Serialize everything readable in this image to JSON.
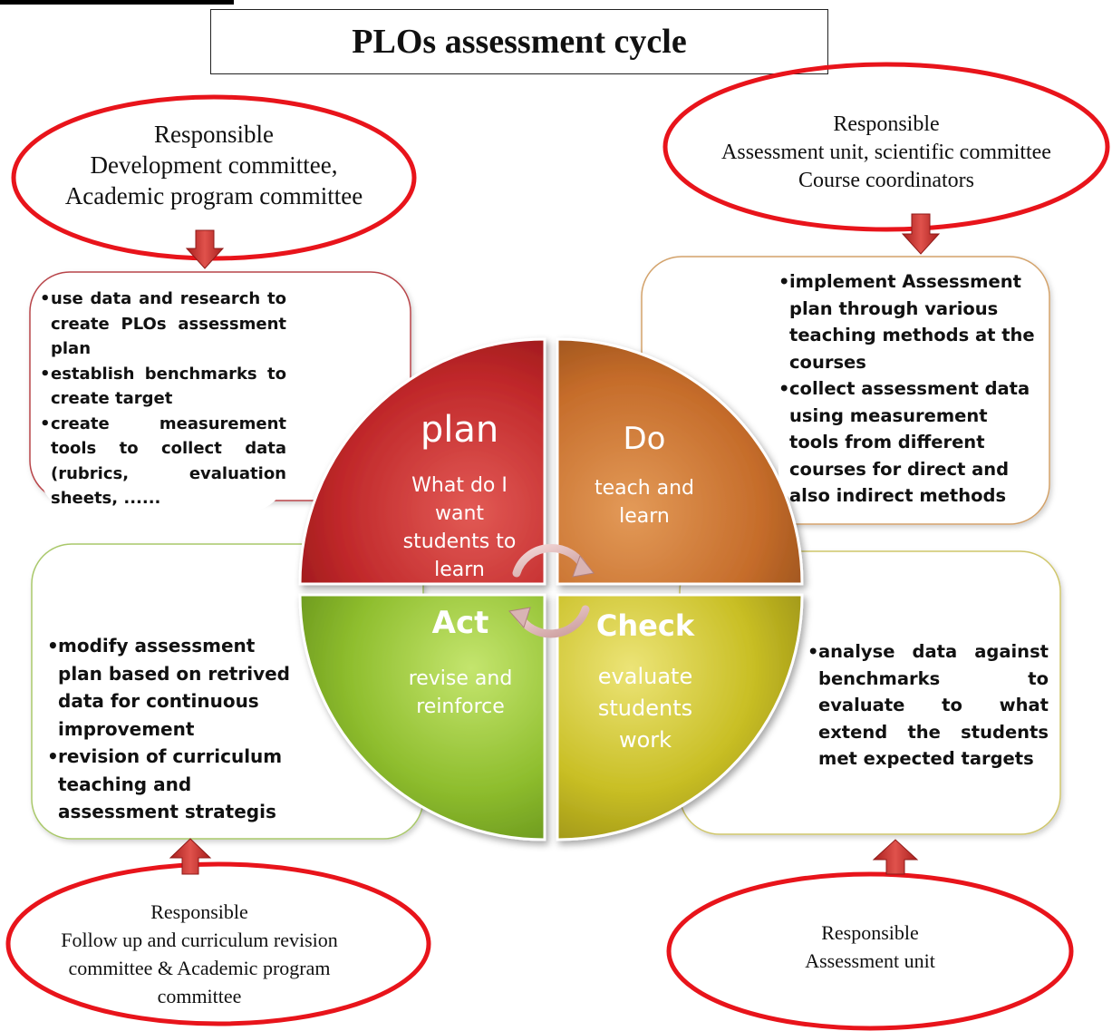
{
  "title": "PLOs assessment cycle",
  "responsible": {
    "top_left": [
      "Responsible",
      "Development committee,",
      "Academic program committee"
    ],
    "top_right": [
      "Responsible",
      "Assessment unit, scientific committee",
      "Course coordinators"
    ],
    "bottom_left": [
      "Responsible",
      "Follow up and curriculum revision",
      "committee & Academic program",
      "committee"
    ],
    "bottom_right": [
      "Responsible",
      "Assessment unit"
    ]
  },
  "panels": {
    "plan": [
      "use data and research to create PLOs assessment plan",
      "establish benchmarks to create target",
      "create measurement tools to collect data (rubrics, evaluation sheets, ......"
    ],
    "do": [
      "implement Assessment plan through various teaching methods at the courses",
      "collect assessment data using measurement tools from different courses for direct and also indirect methods"
    ],
    "act": [
      "modify assessment plan based on retrived data for continuous improvement",
      "revision of curriculum teaching and assessment strategis"
    ],
    "check": [
      "analyse data against benchmarks to evaluate to what extend the students met expected targets"
    ]
  },
  "cycle": {
    "plan": {
      "title": "plan",
      "subtitle": [
        "What do I",
        "want",
        "students to",
        "learn"
      ]
    },
    "do": {
      "title": "Do",
      "subtitle": [
        "teach and",
        "learn"
      ]
    },
    "act": {
      "title": "Act",
      "subtitle": [
        "revise and",
        "reinforce"
      ]
    },
    "check": {
      "title": "Check",
      "subtitle": [
        "evaluate",
        "students",
        "work"
      ]
    }
  },
  "colors": {
    "plan": "#c0282a",
    "do": "#c56c2a",
    "act": "#8fbe2e",
    "check": "#c9bf25",
    "ellipse_border": "#e8141b",
    "arrow": "#c9302c"
  }
}
